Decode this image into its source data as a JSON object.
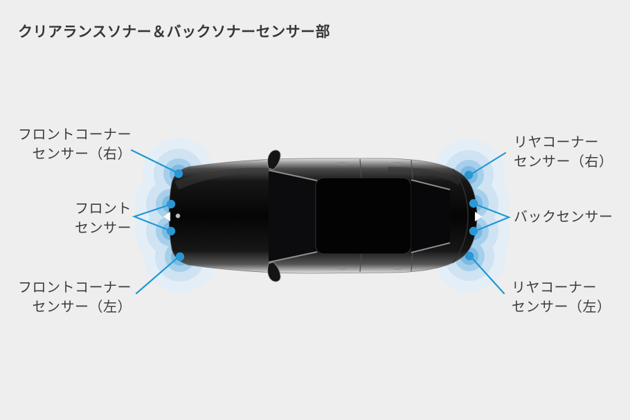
{
  "title": "クリアランスソナー＆バックソナーセンサー部",
  "labels": {
    "front_corner_right": {
      "line1": "フロントコーナー",
      "line2": "センサー（右）"
    },
    "front": {
      "line1": "フロント",
      "line2": "センサー"
    },
    "front_corner_left": {
      "line1": "フロントコーナー",
      "line2": "センサー（左）"
    },
    "rear_corner_right": {
      "line1": "リヤコーナー",
      "line2": "センサー（右）"
    },
    "back": {
      "line1": "バックセンサー"
    },
    "rear_corner_left": {
      "line1": "リヤコーナー",
      "line2": "センサー（左）"
    }
  },
  "colors": {
    "background": "#eeeeee",
    "title_text": "#363636",
    "label_text": "#3c3c3c",
    "leader_line": "#1f97d4",
    "sensor_dot": "#2b97d3",
    "ripple_outer": "#e4eef7",
    "ripple_mid": "#cfe3f2",
    "ripple_inner": "#a6cfeb",
    "ripple_core": "#7cbbe2",
    "car_body": "#0a0a0a"
  }
}
